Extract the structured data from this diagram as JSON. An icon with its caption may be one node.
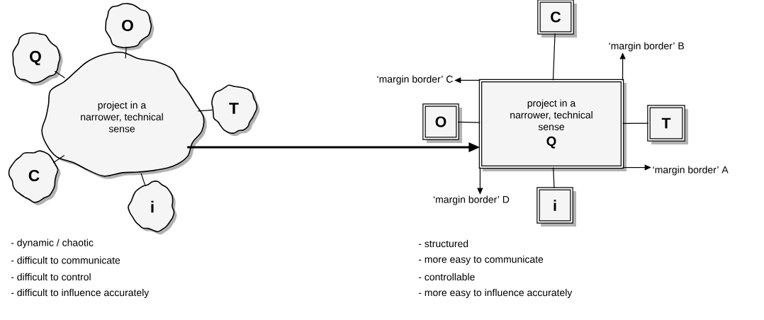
{
  "diagram": {
    "nodes": [
      {
        "text": [
          "project in a narrower, technical sense"
        ]
      },
      {
        "text": [
          "Q"
        ]
      },
      {
        "text": [
          "O"
        ]
      },
      {
        "text": [
          "T"
        ]
      },
      {
        "text": [
          "C"
        ]
      },
      {
        "text": [
          "i"
        ]
      },
      {
        "text": [
          "project in a narrower, technical sense",
          "Q"
        ]
      },
      {
        "text": [
          "C"
        ]
      },
      {
        "text": [
          "O"
        ]
      },
      {
        "text": [
          "T"
        ]
      },
      {
        "text": [
          "i"
        ]
      },
      {
        "text": [
          "‘margin border’ B"
        ]
      },
      {
        "text": [
          "‘margin border’ C"
        ]
      },
      {
        "text": [
          "‘margin border’ A"
        ]
      },
      {
        "text": [
          "‘margin border’ D"
        ]
      }
    ],
    "edges": [
      {
        "from": 1,
        "to": 0,
        "arrow": "none"
      },
      {
        "from": 2,
        "to": 0,
        "arrow": "none"
      },
      {
        "from": 3,
        "to": 0,
        "arrow": "none"
      },
      {
        "from": 4,
        "to": 0,
        "arrow": "none"
      },
      {
        "from": 5,
        "to": 0,
        "arrow": "none"
      },
      {
        "from": 0,
        "to": 6,
        "arrow": "to",
        "style": "thick"
      },
      {
        "from": 7,
        "to": 6,
        "arrow": "none"
      },
      {
        "from": 8,
        "to": 6,
        "arrow": "none"
      },
      {
        "from": 9,
        "to": 6,
        "arrow": "none"
      },
      {
        "from": 10,
        "to": 6,
        "arrow": "none"
      },
      {
        "from": 6,
        "to": 11,
        "arrow": "to"
      },
      {
        "from": 6,
        "to": 12,
        "arrow": "to"
      },
      {
        "from": 6,
        "to": 13,
        "arrow": "to"
      },
      {
        "from": 6,
        "to": 14,
        "arrow": "to"
      }
    ],
    "labels": [
      "- dynamic / chaotic",
      "- difficult to communicate",
      "- difficult to control",
      "- difficult to influence accurately",
      "- structured",
      "- more easy to communicate",
      "- controllable",
      "- more easy to influence accurately"
    ]
  }
}
